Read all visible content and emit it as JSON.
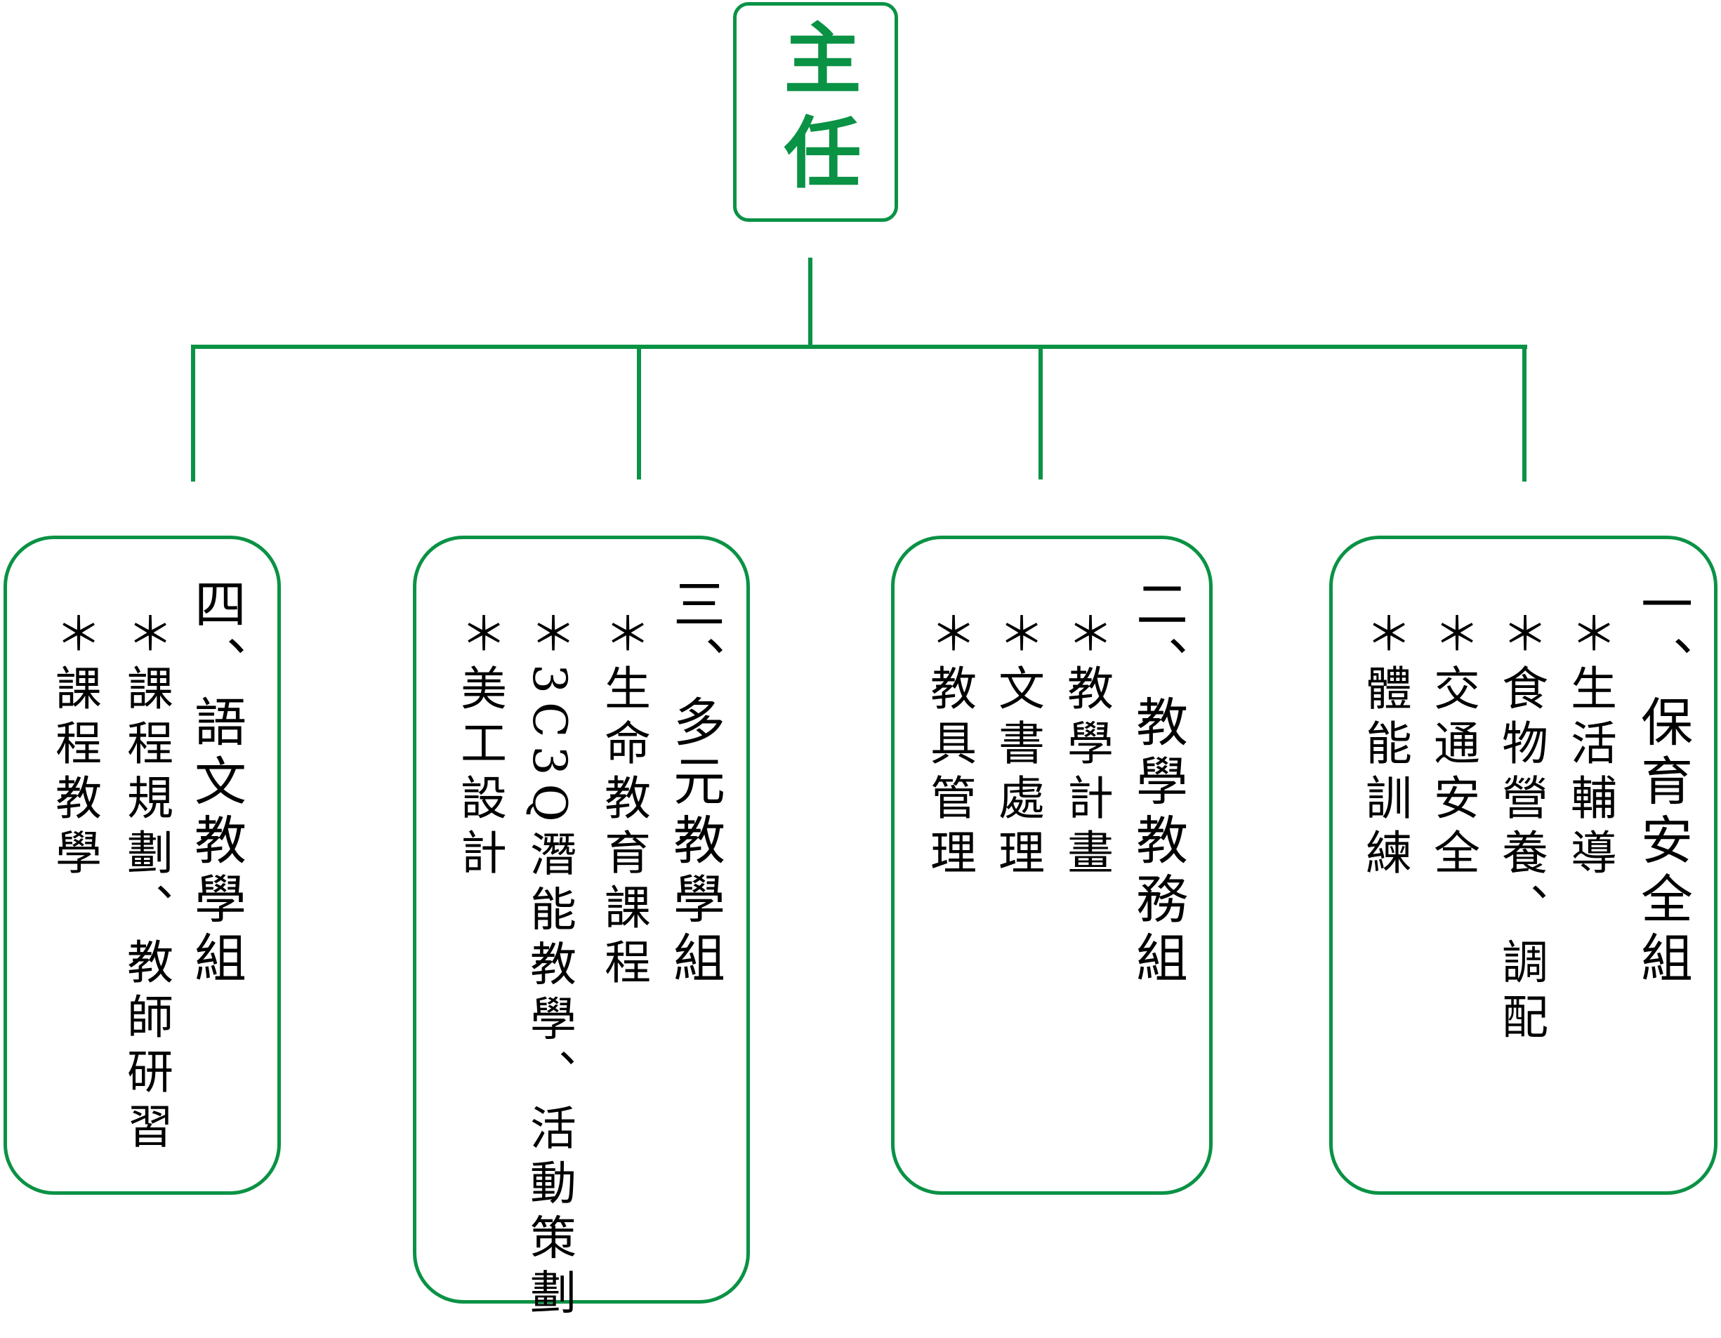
{
  "head": {
    "title": "主任"
  },
  "groups": [
    {
      "title": "一、保育安全組",
      "items": [
        "＊生活輔導",
        "＊食物營養、調配",
        "＊交通安全",
        "＊體能訓練"
      ]
    },
    {
      "title": "二、教學教務組",
      "items": [
        "＊教學計畫",
        "＊文書處理",
        "＊教具管理"
      ]
    },
    {
      "title": "三、多元教學組",
      "items": [
        "＊生命教育課程",
        "＊3C3Q潛能教學、活動策劃",
        "＊美工設計"
      ]
    },
    {
      "title": "四、語文教學組",
      "items": [
        "＊課程規劃、教師研習",
        "＊課程教學"
      ]
    }
  ],
  "colors": {
    "accent": "#0a9245"
  }
}
